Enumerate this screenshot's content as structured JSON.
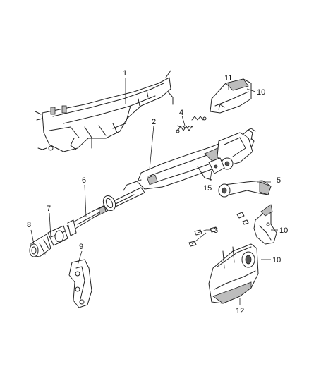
{
  "callouts": {
    "c1": "1",
    "c2": "2",
    "c3": "3",
    "c4": "4",
    "c5": "5",
    "c6": "6",
    "c7": "7",
    "c8": "8",
    "c9": "9",
    "c10a": "10",
    "c10b": "10",
    "c10c": "10",
    "c11": "11",
    "c12": "12",
    "c15": "15"
  }
}
